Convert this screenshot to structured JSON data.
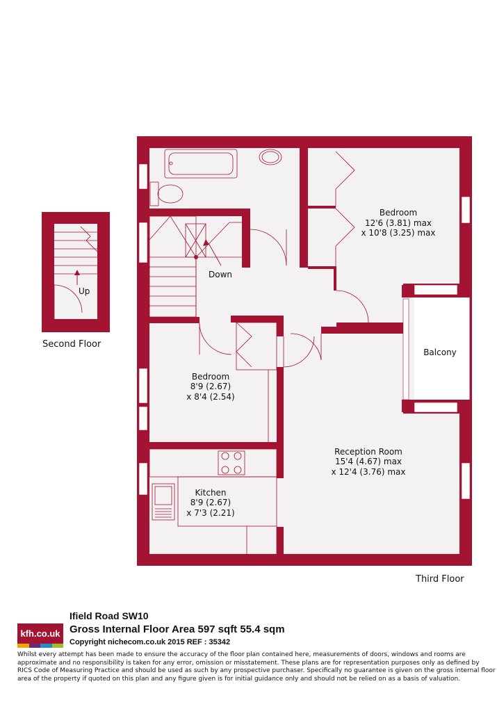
{
  "colors": {
    "wall": "#a31432",
    "floor": "#f3f1f1",
    "window": "#ffffff",
    "fixture_line": "#a31432"
  },
  "floors": {
    "second": "Second Floor",
    "third": "Third Floor"
  },
  "labels": {
    "up": "Up",
    "down": "Down"
  },
  "rooms": {
    "bedroom1": {
      "name": "Bedroom",
      "dim1": "12'6 (3.81) max",
      "dim2": "x 10'8 (3.25) max"
    },
    "balcony": {
      "name": "Balcony"
    },
    "bedroom2": {
      "name": "Bedroom",
      "dim1": "8'9 (2.67)",
      "dim2": "x 8'4 (2.54)"
    },
    "reception": {
      "name": "Reception Room",
      "dim1": "15'4 (4.67) max",
      "dim2": "x 12'4 (3.76) max"
    },
    "kitchen": {
      "name": "Kitchen",
      "dim1": "8'9 (2.67)",
      "dim2": "x 7'3 (2.21)"
    }
  },
  "footer": {
    "address": "Ifield Road SW10",
    "area": "Gross Internal Floor Area 597 sqft 55.4 sqm",
    "copyright": "Copyright nichecom.co.uk 2015 REF : 35342",
    "disclaimer": "Whilst every attempt has been made to ensure the accuracy of the floor plan contained here, measurements of doors, windows and rooms are approximate and no responsibility is taken for any error, omission or misstatement.  These plans are for representation purposes only as defined by RICS Code of Measuring Practice and should be used as such by any prospective purchaser.  Specifically no guarantee is given on the gross internal floor area of the property if quoted on this plan and any figure given is for initial guidance only and should not be relied on as a basis of valuation."
  },
  "logo": {
    "text": "kfh.co.uk",
    "stripe_colors": [
      "#f0a800",
      "#6a2a7a",
      "#2a8ac8",
      "#9ac230"
    ]
  }
}
